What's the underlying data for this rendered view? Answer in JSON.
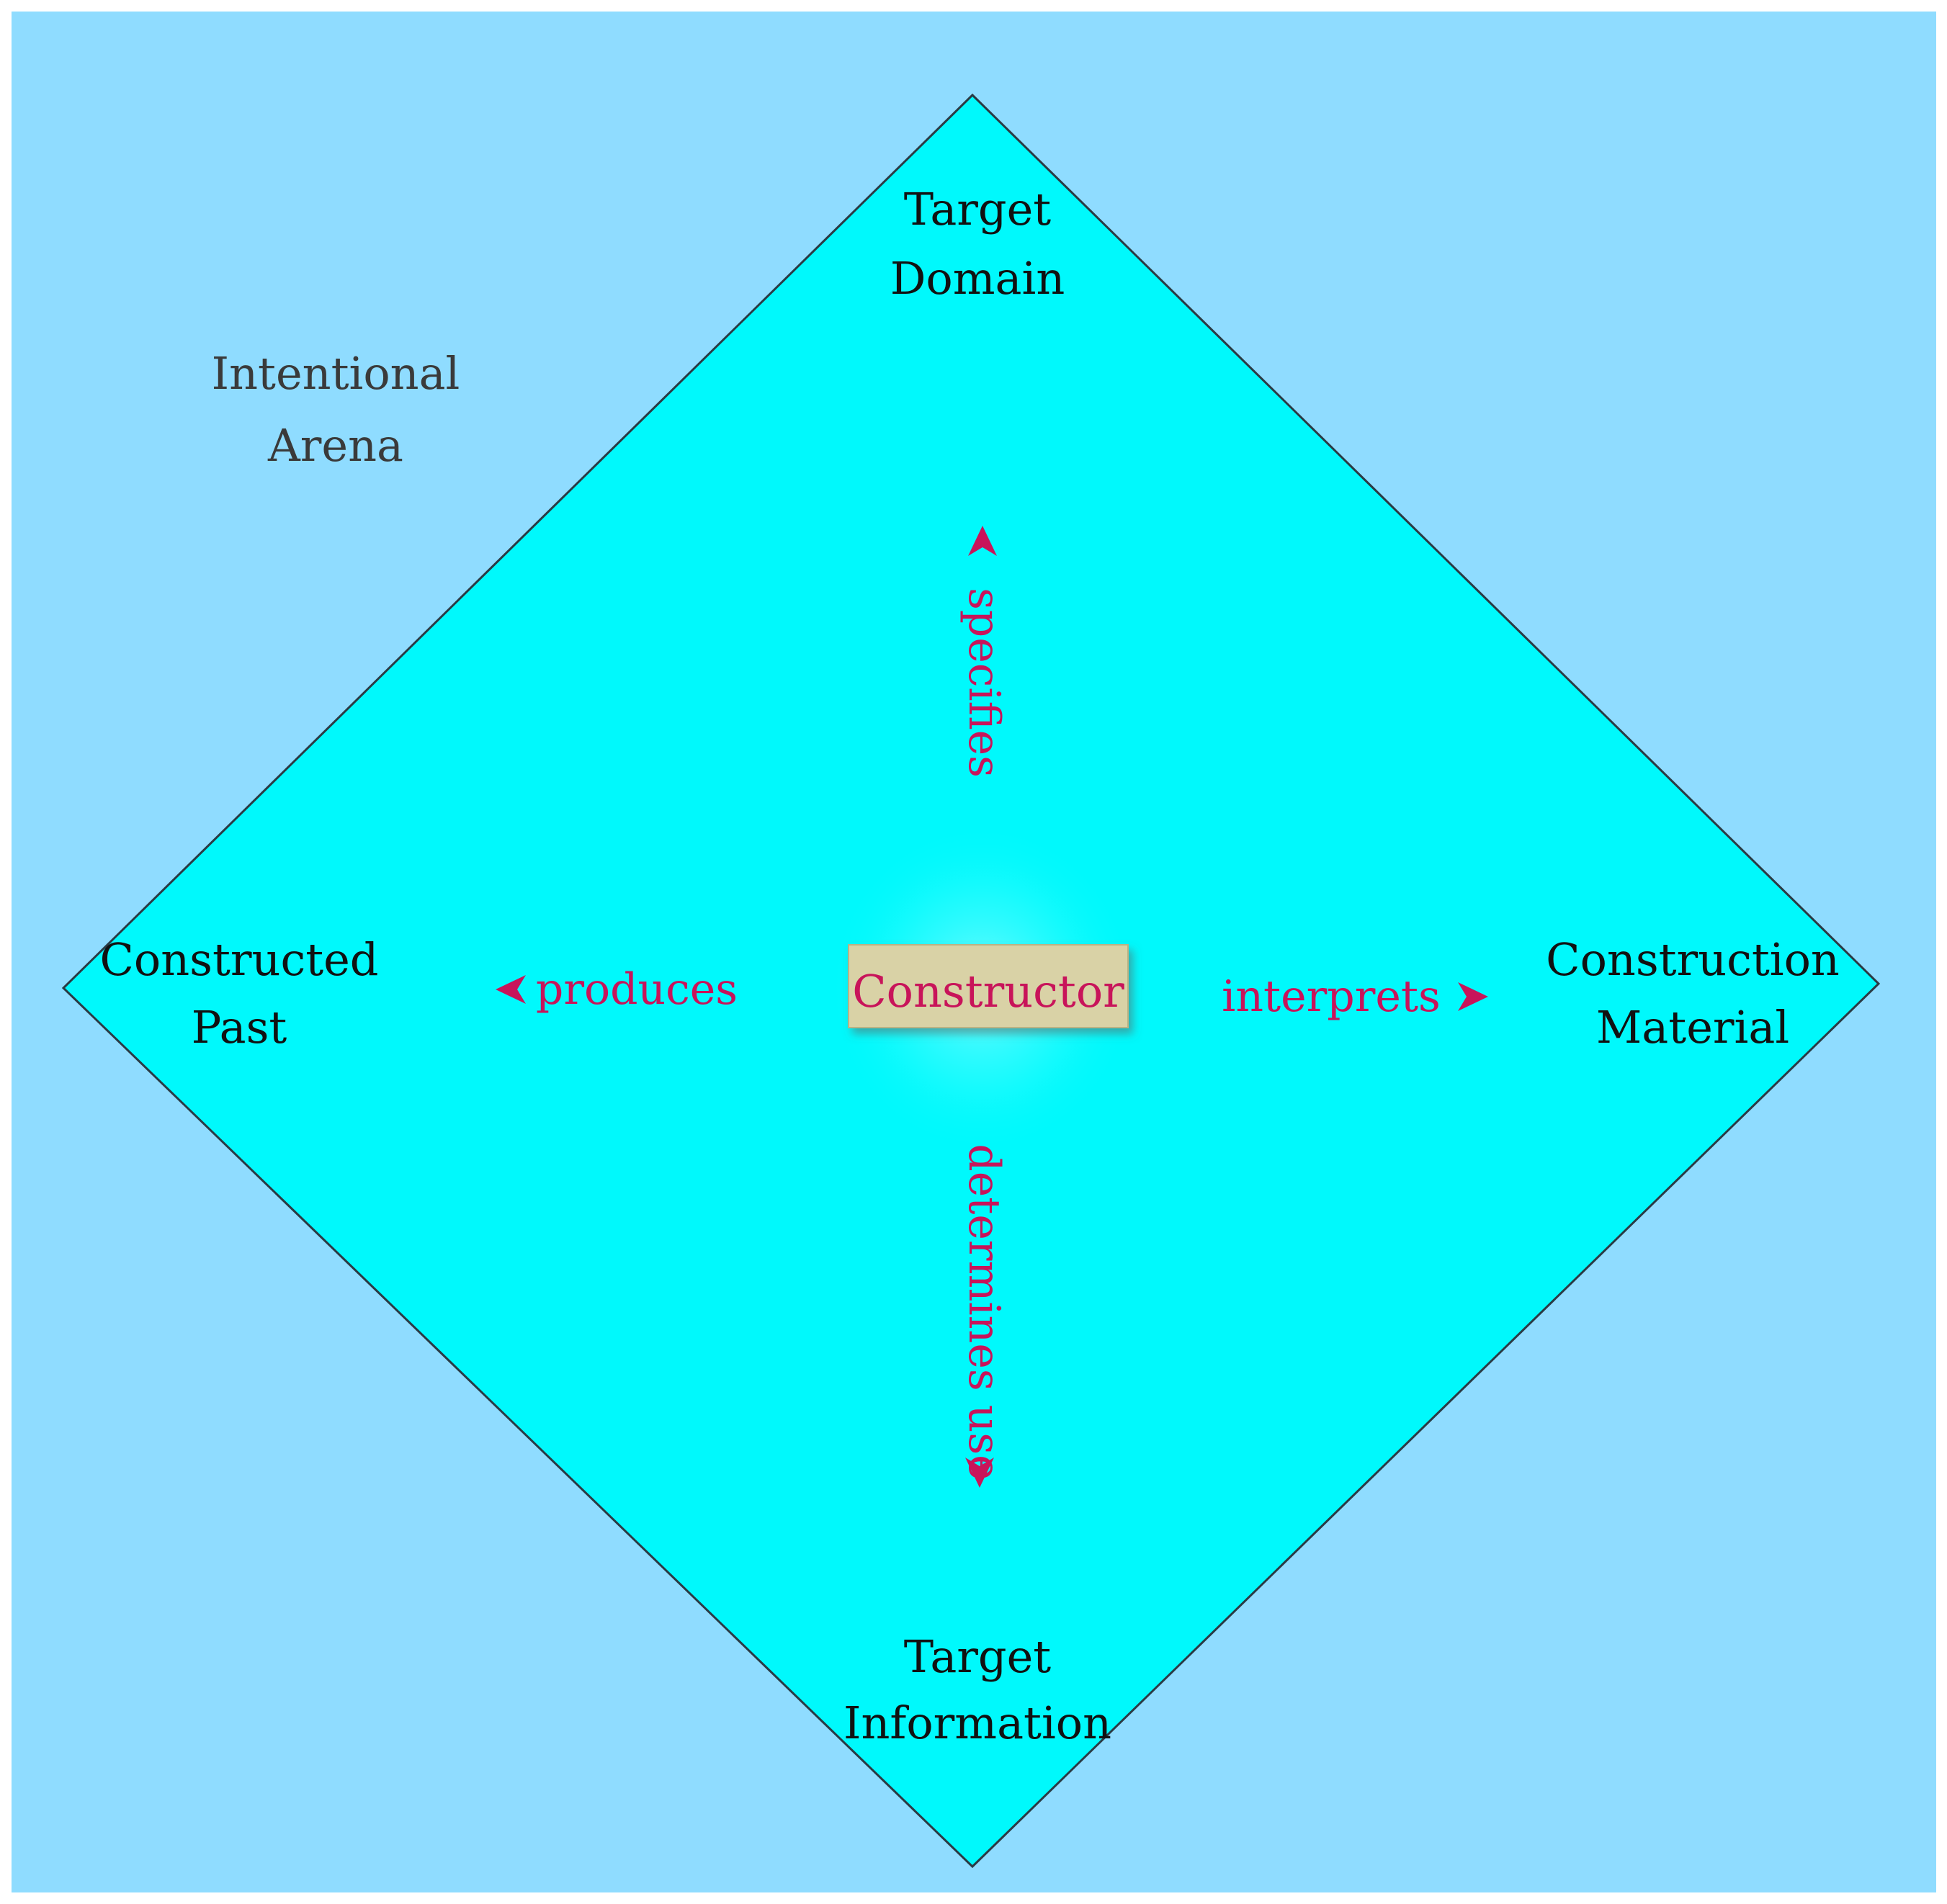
{
  "colors": {
    "background": "#8fdcff",
    "diamond_fill": "#00f9fc",
    "diamond_stroke": "#2a3a44",
    "constructor_box": "#d9d2a6",
    "accent_text": "#c8145a",
    "node_text": "#111111",
    "arena_text": "#3a3a3a"
  },
  "arena": {
    "line1": "Intentional",
    "line2": "Arena"
  },
  "nodes": {
    "top": {
      "line1": "Target",
      "line2": "Domain"
    },
    "left": {
      "line1": "Constructed",
      "line2": "Past"
    },
    "right": {
      "line1": "Construction",
      "line2": "Material"
    },
    "bottom": {
      "line1": "Target",
      "line2": "Information"
    }
  },
  "center": {
    "label": "Constructor"
  },
  "relations": {
    "up": {
      "label": "specifies"
    },
    "left": {
      "label": "produces"
    },
    "right": {
      "label": "interprets"
    },
    "down": {
      "label": "determines use"
    }
  },
  "icons": {
    "up": "arrowhead-up-icon",
    "left": "arrowhead-left-icon",
    "right": "arrowhead-right-icon",
    "down": "arrowhead-down-icon"
  }
}
